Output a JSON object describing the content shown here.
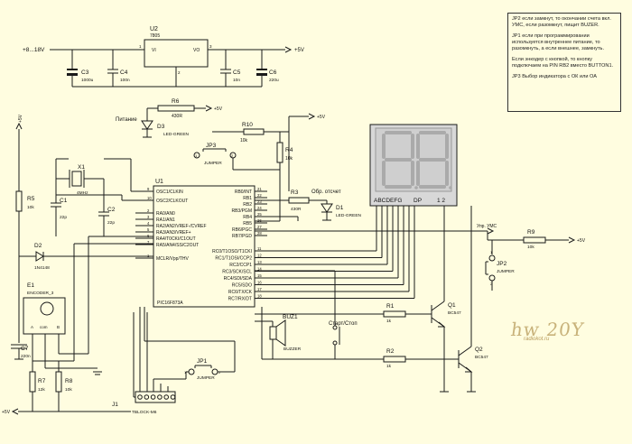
{
  "power": {
    "vin": "+8...18V",
    "vout": "+5V",
    "vout_r6": "+5V",
    "vout_r10": "+5V",
    "vout_left": "+5V",
    "vout_r9": "+5V",
    "vout_j1": "+5V"
  },
  "components": {
    "u2": {
      "ref": "U2",
      "value": "7805",
      "vi": "VI",
      "vo": "VO",
      "p1": "1",
      "p3": "3",
      "p2": "2"
    },
    "c3": {
      "ref": "C3",
      "value": "1000u"
    },
    "c4": {
      "ref": "C4",
      "value": "100n"
    },
    "c5": {
      "ref": "C5",
      "value": "10n"
    },
    "c6": {
      "ref": "C6",
      "value": "220u"
    },
    "r6": {
      "ref": "R6",
      "value": "430R"
    },
    "d3": {
      "ref": "D3",
      "value": "LED-GREEN",
      "label": "Питание"
    },
    "r10": {
      "ref": "R10",
      "value": "10k"
    },
    "r4": {
      "ref": "R4",
      "value": "10k"
    },
    "jp3": {
      "ref": "JP3",
      "value": "JUMPER",
      "p1": "1",
      "p2": "2"
    },
    "x1": {
      "ref": "X1",
      "value": "4MHz"
    },
    "c1": {
      "ref": "C1",
      "value": "22p"
    },
    "c2": {
      "ref": "C2",
      "value": "22p"
    },
    "r5": {
      "ref": "R5",
      "value": "10k"
    },
    "d2": {
      "ref": "D2",
      "value": "1N4148"
    },
    "e1": {
      "ref": "E1",
      "value": "ENCODER_3",
      "a": "A",
      "com": "com",
      "b": "B"
    },
    "c7": {
      "ref": "C7",
      "value": "220n"
    },
    "r7": {
      "ref": "R7",
      "value": "12k"
    },
    "r8": {
      "ref": "R8",
      "value": "10k"
    },
    "j1": {
      "ref": "J1",
      "value": "TBLOCK-M6"
    },
    "jp1": {
      "ref": "JP1",
      "value": "JUMPER",
      "p1": "1",
      "p2": "2"
    },
    "buz1": {
      "ref": "BUZ1",
      "value": "BUZZER"
    },
    "sw": {
      "label": "Старт/Стоп"
    },
    "r1": {
      "ref": "R1",
      "value": "1k"
    },
    "r2": {
      "ref": "R2",
      "value": "1k"
    },
    "q1": {
      "ref": "Q1",
      "value": "BC547"
    },
    "q2": {
      "ref": "Q2",
      "value": "BC547"
    },
    "r3": {
      "ref": "R3",
      "value": "430R",
      "label": "Обр. отсчет"
    },
    "d1": {
      "ref": "D1",
      "value": "LED-GREEN"
    },
    "jp2": {
      "ref": "JP2",
      "value": "JUMPER",
      "p1": "1",
      "p2": "2"
    },
    "r9": {
      "ref": "R9",
      "value": "10k",
      "label": "Упр. УМС"
    },
    "display": {
      "segments": "ABCDEFG",
      "dp": "DP",
      "digits": "1 2"
    }
  },
  "u1": {
    "ref": "U1",
    "part": "PIC16F873A",
    "left_pins": [
      {
        "num": "9",
        "name": "OSC1/CLKIN"
      },
      {
        "num": "10",
        "name": "OSC2/CLKOUT"
      },
      {
        "num": "2",
        "name": "RA0/AN0"
      },
      {
        "num": "3",
        "name": "RA1/AN1"
      },
      {
        "num": "4",
        "name": "RA2/AN2/VREF-/CVREF"
      },
      {
        "num": "5",
        "name": "RA3/AN3/VREF+"
      },
      {
        "num": "6",
        "name": "RA4/T0CKI/C1OUT"
      },
      {
        "num": "7",
        "name": "RA5/AN4/SS/C2OUT"
      },
      {
        "num": "1",
        "name": "MCLR/Vpp/THV"
      }
    ],
    "right_pins_top": [
      {
        "num": "21",
        "name": "RB0/INT"
      },
      {
        "num": "22",
        "name": "RB1"
      },
      {
        "num": "23",
        "name": "RB2"
      },
      {
        "num": "24",
        "name": "RB3/PGM"
      },
      {
        "num": "25",
        "name": "RB4"
      },
      {
        "num": "26",
        "name": "RB5"
      },
      {
        "num": "27",
        "name": "RB6/PGC"
      },
      {
        "num": "28",
        "name": "RB7/PGD"
      }
    ],
    "right_pins_bottom": [
      {
        "num": "11",
        "name": "RC0/T1OSO/T1CKI"
      },
      {
        "num": "12",
        "name": "RC1/T1OSI/CCP2"
      },
      {
        "num": "13",
        "name": "RC2/CCP1"
      },
      {
        "num": "14",
        "name": "RC3/SCK/SCL"
      },
      {
        "num": "15",
        "name": "RC4/SDI/SDA"
      },
      {
        "num": "16",
        "name": "RC5/SDO"
      },
      {
        "num": "17",
        "name": "RC6/TX/CK"
      },
      {
        "num": "18",
        "name": "RC7/RX/DT"
      }
    ]
  },
  "notes": [
    "JP2 если замкнут, то окончании счета вкл. УМС, если разомкнут, пищит BUZER.",
    "JP1 если при программировании используется внутреннее питание, то разомкнуть, а если внешнее, замкнуть.",
    "Если энкодер с кнопкой, то кнопку подключаем на PIN RB2 вместо BUTTON1.",
    "JP3 Выбор индикатора с ОК или ОА"
  ],
  "watermark": {
    "logo": "hw 20Y",
    "site": "radiokot.ru"
  },
  "colors": {
    "background": "#fffde0",
    "wire": "#1a1a1a",
    "display_bg": "#d8d8d8"
  }
}
